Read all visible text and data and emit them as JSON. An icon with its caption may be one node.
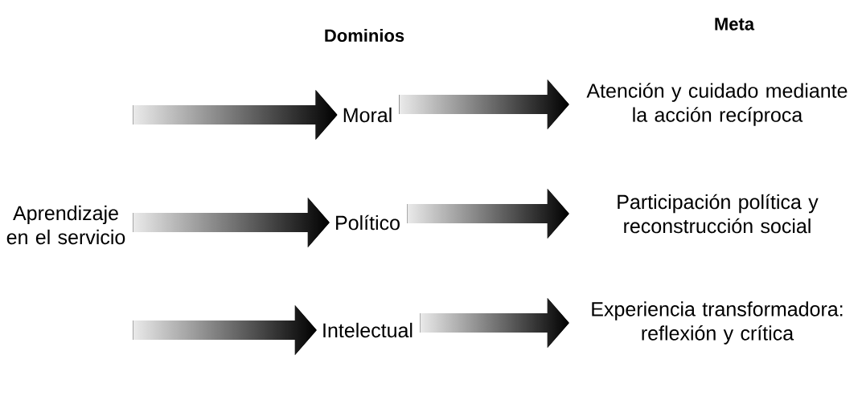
{
  "diagram": {
    "nodes": [
      {
        "text": [
          "Aprendizaje en el servicio"
        ]
      },
      {
        "text": [
          "Moral"
        ]
      },
      {
        "text": [
          "Político"
        ]
      },
      {
        "text": [
          "Intelectual"
        ]
      },
      {
        "text": [
          "Atención y cuidado mediante la acción recíproca"
        ]
      },
      {
        "text": [
          "Participación política y reconstrucción social"
        ]
      },
      {
        "text": [
          "Experiencia transformadora: reflexión y crítica"
        ]
      }
    ],
    "edges": [
      {
        "from": 0,
        "to": 1,
        "arrow": "to"
      },
      {
        "from": 0,
        "to": 2,
        "arrow": "to"
      },
      {
        "from": 0,
        "to": 3,
        "arrow": "to"
      },
      {
        "from": 1,
        "to": 4,
        "arrow": "to"
      },
      {
        "from": 2,
        "to": 5,
        "arrow": "to"
      },
      {
        "from": 3,
        "to": 6,
        "arrow": "to"
      }
    ],
    "labels": [
      "Meta",
      "Dominios"
    ]
  }
}
